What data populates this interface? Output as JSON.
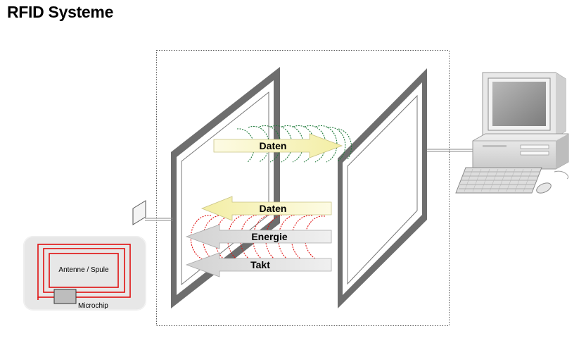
{
  "title": "RFID Systeme",
  "arrows": {
    "data_to_reader": "Daten",
    "data_to_tag": "Daten",
    "energy": "Energie",
    "clock": "Takt"
  },
  "tag": {
    "antenna_label": "Antenne / Spule",
    "chip_label": "Microchip"
  },
  "colors": {
    "wave_green": "#1f7a3a",
    "wave_red": "#e01010",
    "arrow_yellow": "#fbf7c8",
    "arrow_grey": "#e3e3e3",
    "frame_grey": "#6e6e6e",
    "coil_red": "#e01010"
  }
}
